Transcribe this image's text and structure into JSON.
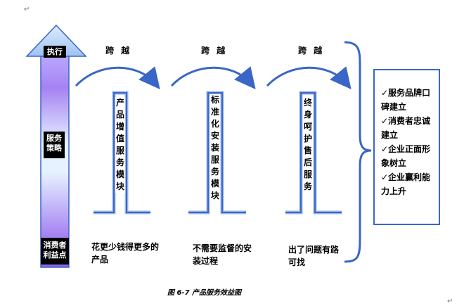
{
  "arrow": {
    "top_label": "执行",
    "mid_label": "服务策略",
    "bottom_label": "消费者利益点"
  },
  "leap_label": "跨 越",
  "modules": [
    {
      "label": "产品增值服务模块",
      "caption": "花更少钱得更多的产品"
    },
    {
      "label": "标准化安装服务模块",
      "caption": "不需要监督的安装过程"
    },
    {
      "label": "终身呵护售后服务",
      "caption": "出了问题有路可找"
    }
  ],
  "outcomes": [
    "✓服务品牌口碑建立",
    "✓消费者忠诚建立",
    "✓企业正面形象树立",
    "✓企业赢利能力上升"
  ],
  "figure_caption": "图 6-7   产品服务效益图",
  "paragraph_mark": "↵",
  "colors": {
    "accent": "#3a66c8",
    "arrow_light": "#d6e8ff",
    "arrow_purple": "#9c7cff"
  }
}
